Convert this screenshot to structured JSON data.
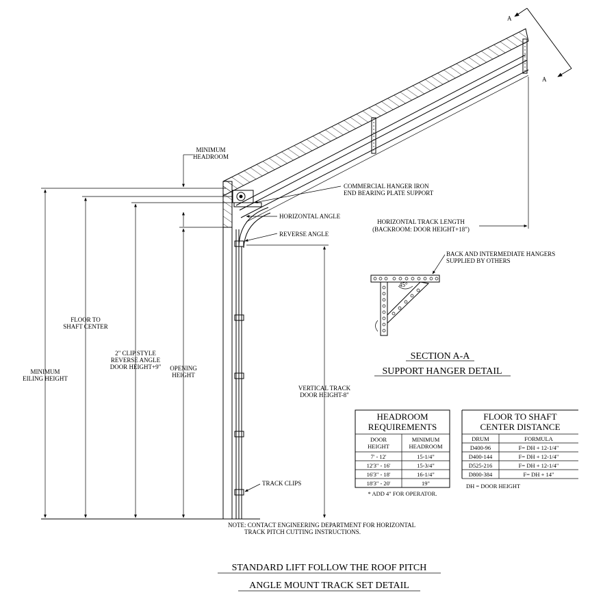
{
  "labels": {
    "section_a_top": "A",
    "section_a_bottom": "A",
    "minimum_headroom": [
      "MINIMUM",
      "HEADROOM"
    ],
    "commercial_hanger": [
      "COMMERCIAL HANGER IRON",
      "END BEARING PLATE SUPPORT"
    ],
    "horizontal_angle": "HORIZONTAL ANGLE",
    "horizontal_track_length": [
      "HORIZONTAL TRACK LENGTH",
      "(BACKROOM: DOOR HEIGHT+18\")"
    ],
    "reverse_angle": "REVERSE ANGLE",
    "back_hangers": [
      "BACK AND INTERMEDIATE HANGERS",
      "SUPPLIED BY OTHERS"
    ],
    "angle_45": "45°",
    "floor_to_shaft": [
      "FLOOR TO",
      "SHAFT CENTER"
    ],
    "clip_style": [
      "2\" CLIP STYLE",
      "REVERSE ANGLE",
      "DOOR HEIGHT+9\""
    ],
    "opening_height": [
      "OPENING",
      "HEIGHT"
    ],
    "minimum_ceiling": [
      "MINIMUM",
      "EILING HEIGHT"
    ],
    "vertical_track": [
      "VERTICAL TRACK",
      "DOOR HEIGHT-8\""
    ],
    "track_clips": "TRACK CLIPS",
    "note": [
      "NOTE: CONTACT ENGINEERING DEPARTMENT FOR HORIZONTAL",
      "TRACK PITCH CUTTING INSTRUCTIONS."
    ],
    "section_title": [
      "SECTION A-A",
      "SUPPORT HANGER DETAIL"
    ],
    "main_title": [
      "STANDARD LIFT FOLLOW THE ROOF PITCH",
      "ANGLE MOUNT TRACK SET DETAIL"
    ]
  },
  "headroom_table": {
    "title": [
      "HEADROOM",
      "REQUIREMENTS"
    ],
    "columns": [
      [
        "DOOR",
        "HEIGHT"
      ],
      [
        "MINIMUM",
        "HEADROOM"
      ]
    ],
    "rows": [
      [
        "7' - 12'",
        "15-1/4\""
      ],
      [
        "12'3\" - 16'",
        "15-3/4\""
      ],
      [
        "16'3\" - 18'",
        "16-1/4\""
      ],
      [
        "18'3\" - 20'",
        "19\""
      ]
    ],
    "footnote": "* ADD 4\" FOR OPERATOR."
  },
  "shaft_table": {
    "title": [
      "FLOOR TO SHAFT",
      "CENTER DISTANCE"
    ],
    "columns": [
      "DRUM",
      "FORMULA"
    ],
    "rows": [
      [
        "D400-96",
        "F= DH + 12-1/4\""
      ],
      [
        "D400-144",
        "F= DH + 12-1/4\""
      ],
      [
        "D525-216",
        "F= DH + 12-1/4\""
      ],
      [
        "D800-384",
        "F= DH + 14\""
      ]
    ],
    "footnote": "DH = DOOR HEIGHT"
  }
}
